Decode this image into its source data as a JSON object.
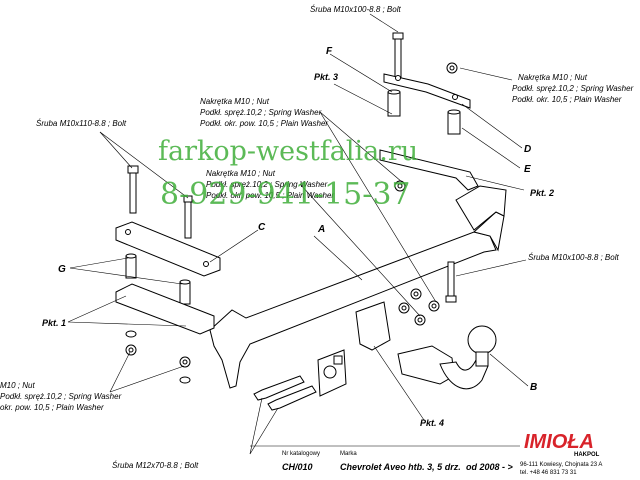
{
  "labels": {
    "bolt_top": "Śruba M10x100-8.8 ;  Bolt",
    "bolt_left": "Śruba M10x110-8.8 ;  Bolt",
    "bolt_right": "Śruba M10x100-8.8 ;  Bolt",
    "bolt_bottom": "Śruba M12x70-8.8 ;  Bolt",
    "nut_right": [
      "Nakrętka  M10 ; Nut",
      "Podkł. spręż.10,2 ; Spring Washer",
      "Podkł. okr. 10,5 ; Plain Washer"
    ],
    "nut_center": [
      "Nakrętka  M10 ; Nut",
      "Podkł. spręż.10,2 ; Spring Washer",
      "Podkł. okr. pow. 10,5 ; Plain Washer"
    ],
    "nut_center2": [
      "Nakrętka  M10 ; Nut",
      "Podkł. spręż.10,2 ; Spring Washer",
      "Podkł. okr. pow. 10,5 ; Plain Washer"
    ],
    "nut_left": [
      "M10 ; Nut",
      "Podkł. spręż.10,2 ; Spring Washer",
      "okr. pow. 10,5 ; Plain Washer"
    ],
    "pkt1": "Pkt. 1",
    "pkt2": "Pkt. 2",
    "pkt3": "Pkt. 3",
    "pkt4": "Pkt. 4",
    "A": "A",
    "B": "B",
    "C": "C",
    "D": "D",
    "E": "E",
    "F": "F",
    "G": "G"
  },
  "watermark": {
    "line1": "farkop-westfalia.ru",
    "line2": "8-929-941-15-37",
    "color": "#3fae3a"
  },
  "footer": {
    "catalog_label": "Nr katalogowy",
    "catalog_value": "CH/010",
    "marka_label": "Marka",
    "model": "Chevrolet Aveo htb. 3, 5 drz.",
    "years": "od 2008 - >",
    "brand": "IMIOŁA",
    "brand_sub": "HAKPOL",
    "address": "96-111 Kowiesy, Chojnata 23 A",
    "tel": "tel. +48 46 831 73 31",
    "brand_color": "#d8232a"
  }
}
